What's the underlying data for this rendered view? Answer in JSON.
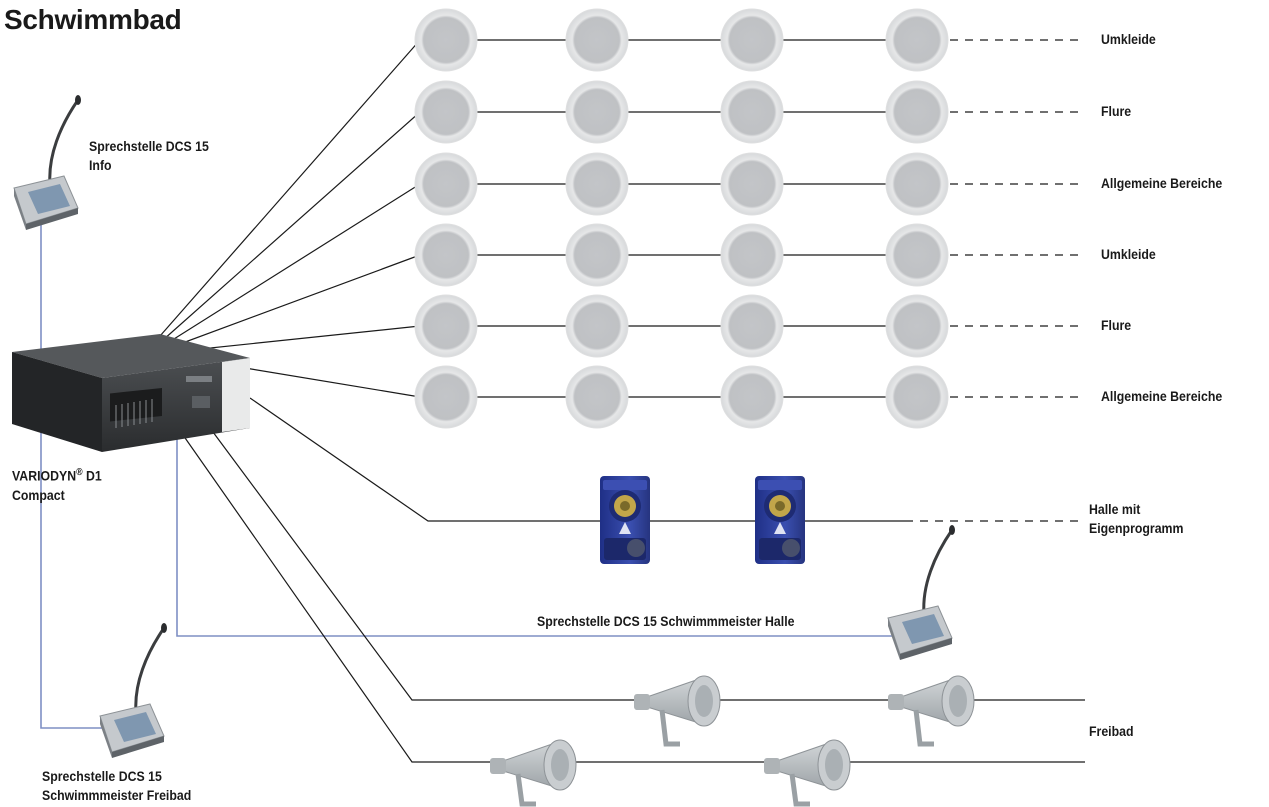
{
  "title": "Schwimmbad",
  "zones": [
    {
      "label": "Umkleide"
    },
    {
      "label": "Flure"
    },
    {
      "label": "Allgemeine Bereiche"
    },
    {
      "label": "Umkleide"
    },
    {
      "label": "Flure"
    },
    {
      "label": "Allgemeine Bereiche"
    }
  ],
  "halle_label": {
    "line1": "Halle mit",
    "line2": "Eigenprogramm"
  },
  "freibad_label": "Freibad",
  "devices": {
    "info_station": {
      "line1": "Sprechstelle DCS 15",
      "line2": "Info"
    },
    "controller": {
      "line1": "VARIODYN",
      "reg": "®",
      "line1_suffix": " D1",
      "line2": "Compact"
    },
    "halle_station": "Sprechstelle DCS 15 Schwimmmeister Halle",
    "freibad_station": {
      "line1": "Sprechstelle DCS 15",
      "line2": "Schwimmmeister Freibad"
    }
  },
  "colors": {
    "speaker_line": "#1a1a1a",
    "control_line": "#7f8fc4",
    "ceiling_speaker": "#c9cbcd",
    "cabinet": "#2d3f9a",
    "horn": "#b7bcbf"
  }
}
